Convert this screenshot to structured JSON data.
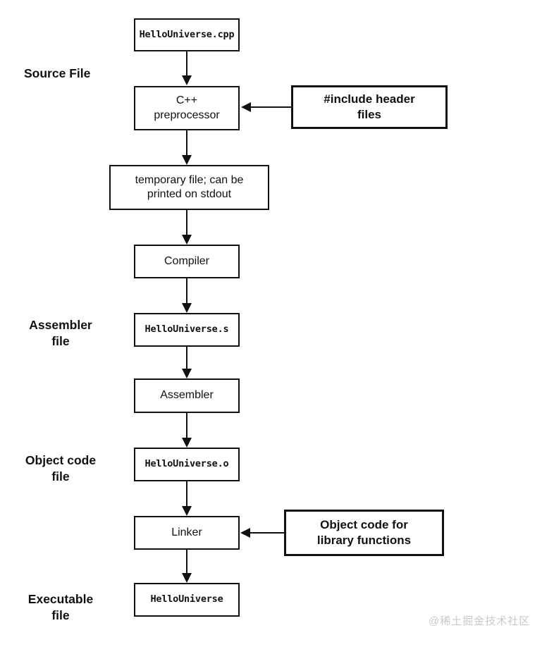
{
  "diagram_title": "C++ compilation pipeline flowchart",
  "colors": {
    "line": "#111111",
    "background": "#ffffff",
    "watermark_text": "#c9c9c9"
  },
  "flowchart": {
    "nodes": {
      "cpp_file": "HelloUniverse.cpp",
      "preprocessor": "C++\npreprocessor",
      "temp_file": "temporary file; can be\nprinted on stdout",
      "compiler": "Compiler",
      "asm_file": "HelloUniverse.s",
      "assembler": "Assembler",
      "obj_file": "HelloUniverse.o",
      "linker": "Linker",
      "executable": "HelloUniverse",
      "include_headers": "#include header\nfiles",
      "lib_objects": "Object code for\nlibrary functions"
    },
    "labels": {
      "source": "Source File",
      "assembler_file": "Assembler\nfile",
      "object_file": "Object code\nfile",
      "executable_file": "Executable\nfile"
    }
  },
  "watermark": "@稀土掘金技术社区"
}
